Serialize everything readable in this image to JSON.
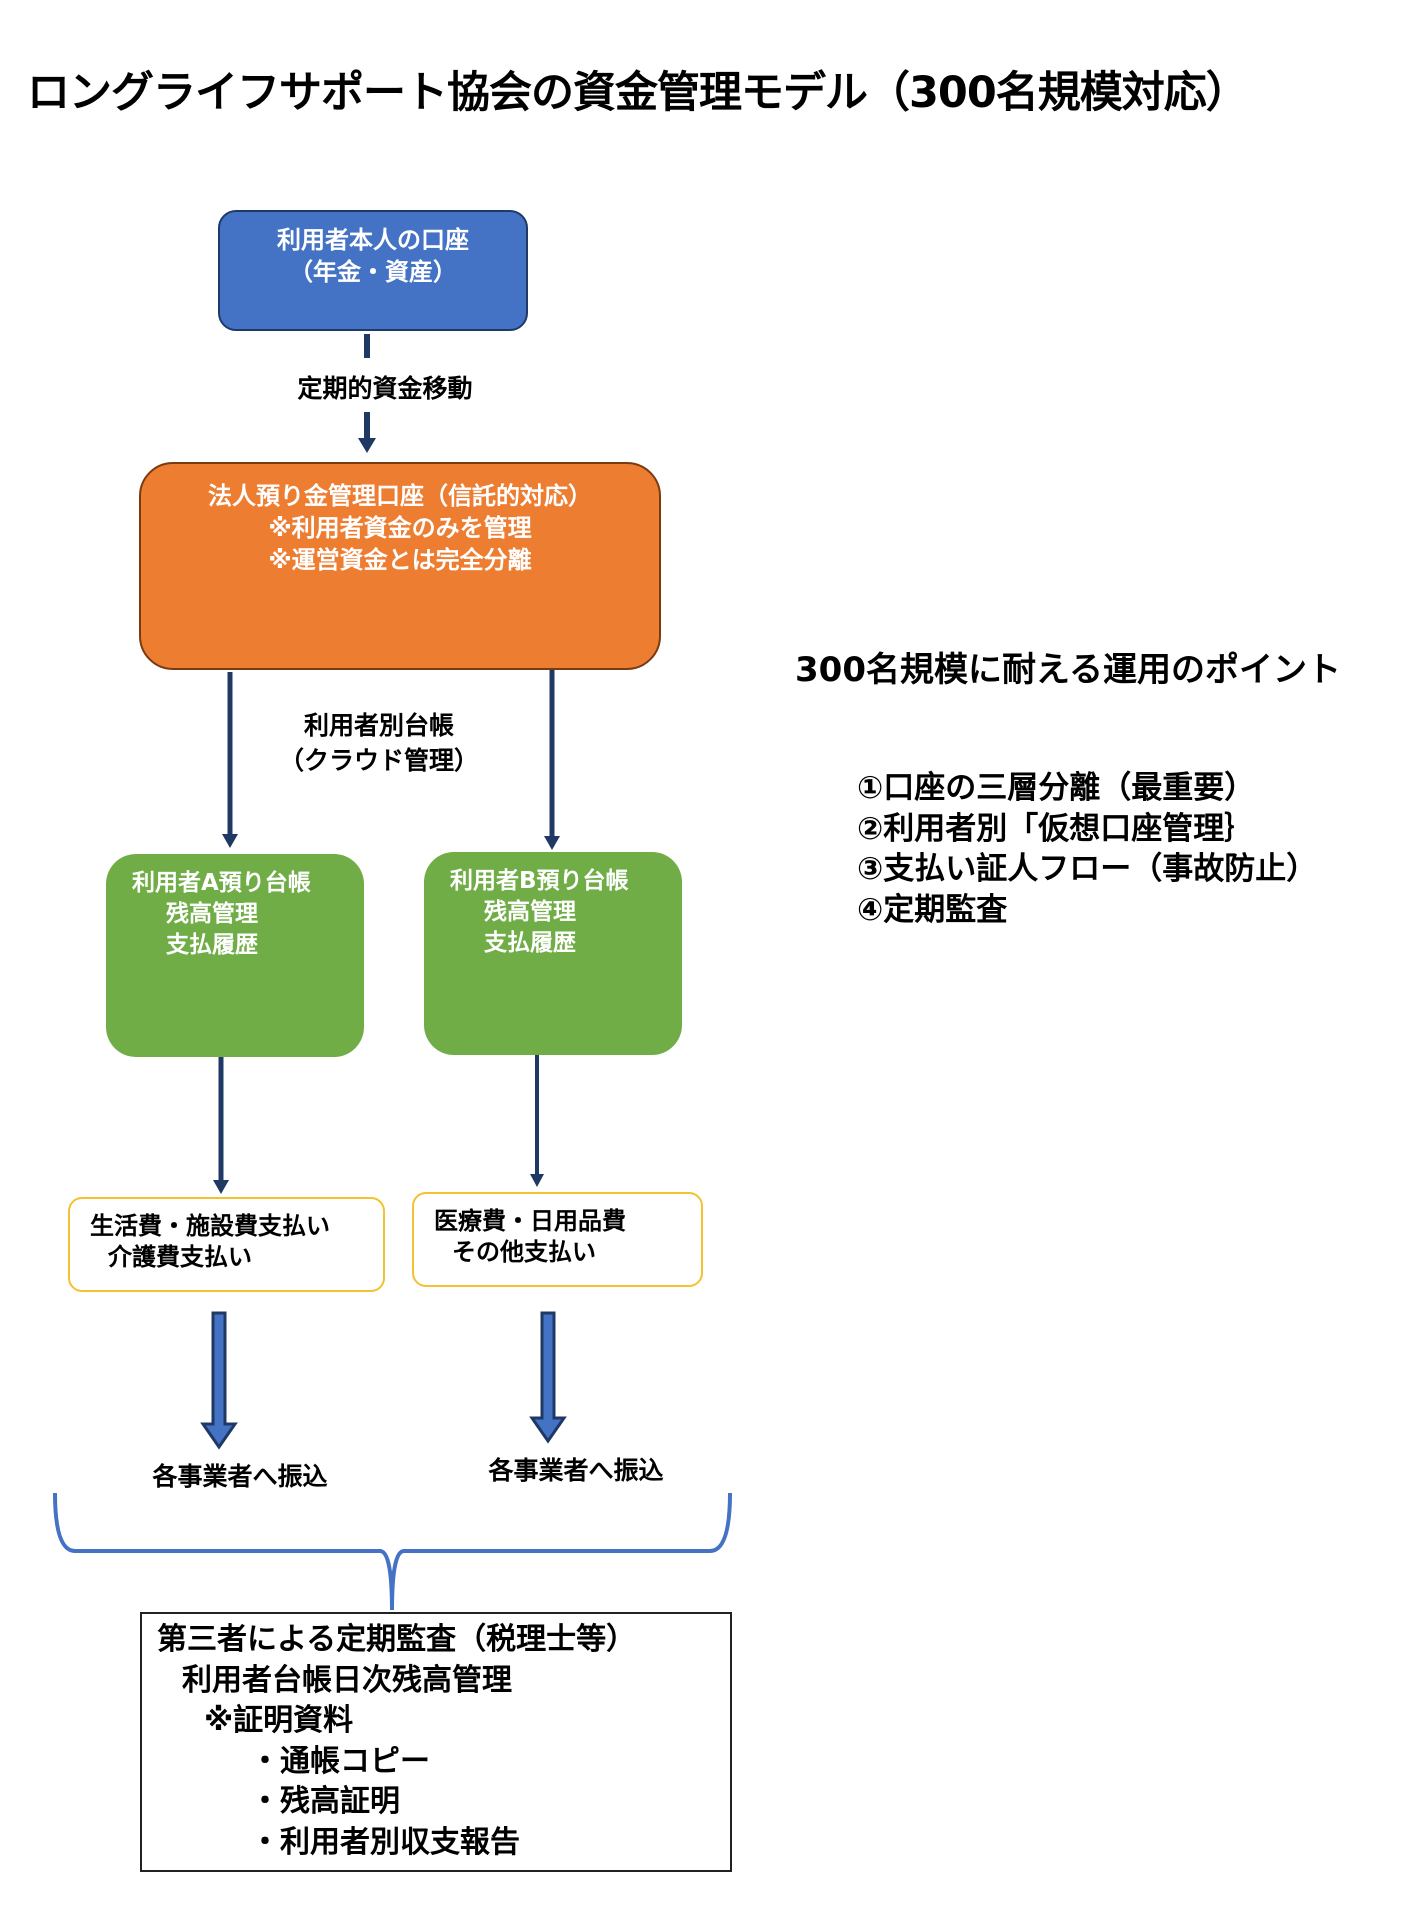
{
  "title": "ロングライフサポート協会の資金管理モデル（300名規模対応）",
  "nodes": {
    "user_account": {
      "lines": [
        "利用者本人の口座",
        "（年金・資産）"
      ]
    },
    "transfer_label": "定期的資金移動",
    "corporate_account": {
      "lines": [
        "法人預り金管理口座（信託的対応）",
        "※利用者資金のみを管理",
        "※運営資金とは完全分離"
      ]
    },
    "ledger_label": {
      "lines": [
        "利用者別台帳",
        "（クラウド管理）"
      ]
    },
    "ledger_a": {
      "lines": [
        "利用者A預り台帳",
        "残高管理",
        "支払履歴"
      ]
    },
    "ledger_b": {
      "lines": [
        "利用者B預り台帳",
        "残高管理",
        "支払履歴"
      ]
    },
    "payment_a": {
      "lines": [
        "生活費・施設費支払い",
        "介護費支払い"
      ]
    },
    "payment_b": {
      "lines": [
        "医療費・日用品費",
        "その他支払い"
      ]
    },
    "transfer_a": "各事業者へ振込",
    "transfer_b": "各事業者へ振込",
    "audit": {
      "lines": [
        "第三者による定期監査（税理士等）",
        "利用者台帳日次残高管理",
        "※証明資料",
        "・通帳コピー",
        "・残高証明",
        "・利用者別収支報告"
      ]
    }
  },
  "points": {
    "title": "300名規模に耐える運用のポイント",
    "items": [
      "①口座の三層分離（最重要）",
      "②利用者別「仮想口座管理｝",
      "③支払い証人フロー（事故防止）",
      "④定期監査"
    ]
  },
  "colors": {
    "blue": "#4472c4",
    "orange": "#ed7d31",
    "green": "#70ad47",
    "yellow_border": "#f2c230",
    "arrow": "#1f3864",
    "brace": "#4472c4"
  }
}
